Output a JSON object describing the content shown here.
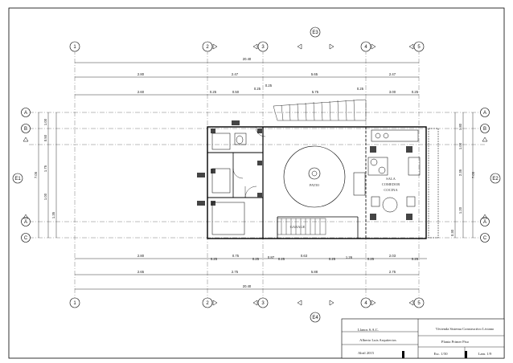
{
  "grid_top": [
    "1",
    "2",
    "3",
    "4",
    "5"
  ],
  "grid_bottom": [
    "1",
    "2",
    "3",
    "4",
    "5"
  ],
  "grid_left": [
    "A",
    "B",
    "A",
    "C"
  ],
  "grid_right": [
    "A",
    "B",
    "A",
    "C"
  ],
  "sections": {
    "top": "E3",
    "bottom": "E4",
    "left": "E1",
    "right": "E2"
  },
  "dims_top": {
    "total": "20.40",
    "r1": [
      "2.80",
      "2.47",
      "5.65",
      "2.47"
    ],
    "r2": [
      "2.60",
      "0.25",
      "0.50",
      "0.25",
      "0.25",
      "5.75",
      "0.25",
      "3.00",
      "0.25"
    ]
  },
  "dims_bottom": {
    "total": "20.40",
    "r1": [
      "2.80",
      "0.25",
      "0.75",
      "0.25",
      "0.87",
      "0.25",
      "0.63",
      "0.25",
      "1.26",
      "0.25",
      "2.03",
      "0.25"
    ],
    "r2": [
      "2.65",
      "2.75",
      "5.88",
      "2.75"
    ]
  },
  "dims_left": [
    "7.05",
    "1.00",
    "0.50",
    "1.75",
    "1.00",
    "1.35"
  ],
  "dims_right": [
    "7.05",
    "1.80",
    "1.00",
    "2.35",
    "1.20",
    "0.30"
  ],
  "rooms": {
    "patio": "PATIO",
    "sala": "SALA",
    "comedor": "COMEDOR",
    "cocina": "COCINA",
    "garage": "GARAGE"
  },
  "title_block": {
    "project": "Vivienda Sistema Constructivo Liviano",
    "client": "Llanos S.A.C.",
    "architect": "Alberto Luis Arquitectos",
    "date": "Abril 2015",
    "sheet_title": "Planta Primer Piso",
    "scale": "Esc. 1/50",
    "sheet": "Lam. 1/9"
  }
}
